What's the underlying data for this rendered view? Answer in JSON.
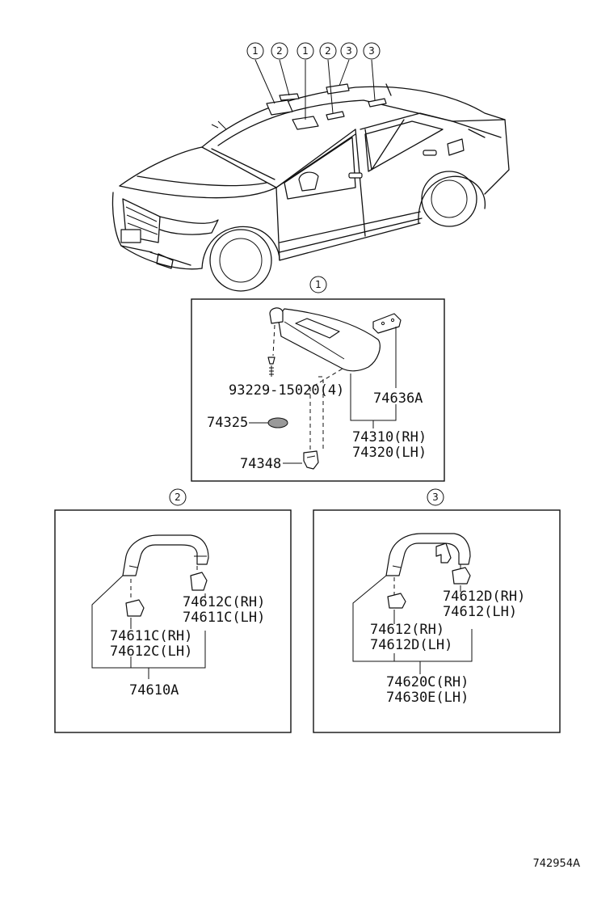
{
  "callouts_top": [
    "1",
    "2",
    "1",
    "2",
    "3",
    "3"
  ],
  "sections": [
    {
      "id": "1",
      "labels": {
        "screw": "93229-15020(4)",
        "holder": "74636A",
        "clip": "74325",
        "hook": "74348",
        "visor_rh": "74310(RH)",
        "visor_lh": "74320(LH)"
      }
    },
    {
      "id": "2",
      "labels": {
        "cover_upper_rh": "74612C(RH)",
        "cover_upper_lh": "74611C(LH)",
        "cover_lower_rh": "74611C(RH)",
        "cover_lower_lh": "74612C(LH)",
        "assembly": "74610A"
      }
    },
    {
      "id": "3",
      "labels": {
        "cover_upper_rh": "74612D(RH)",
        "cover_upper_lh": "74612(LH)",
        "cover_lower_rh": "74612(RH)",
        "cover_lower_lh": "74612D(LH)",
        "assembly_rh": "74620C(RH)",
        "assembly_lh": "74630E(LH)"
      }
    }
  ],
  "figure_number": "742954A"
}
